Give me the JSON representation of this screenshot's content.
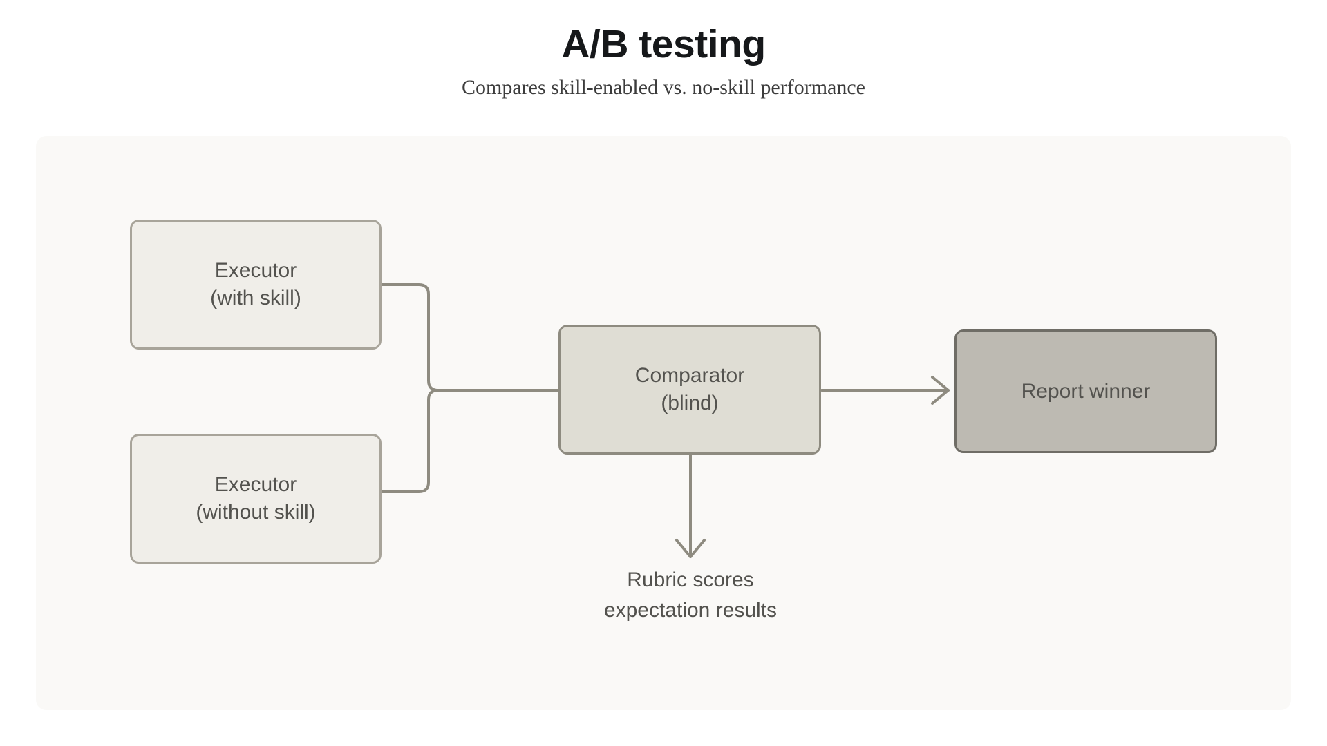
{
  "header": {
    "title": "A/B testing",
    "subtitle": "Compares skill-enabled vs. no-skill performance"
  },
  "diagram": {
    "type": "flowchart",
    "orientation": "left-to-right",
    "panel_background": "#faf9f7",
    "edge_color": "#8e8b80",
    "nodes": [
      {
        "id": "executor-with-skill",
        "label": "Executor\n(with skill)",
        "fill": "#f0eee9",
        "border": "#a8a49a",
        "text_color": "#53524e"
      },
      {
        "id": "executor-without-skill",
        "label": "Executor\n(without skill)",
        "fill": "#f0eee9",
        "border": "#a8a49a",
        "text_color": "#53524e"
      },
      {
        "id": "comparator",
        "label": "Comparator\n(blind)",
        "fill": "#dfddd4",
        "border": "#8e8b80",
        "text_color": "#53524e"
      },
      {
        "id": "report-winner",
        "label": "Report winner",
        "fill": "#bdbab2",
        "border": "#6f6d66",
        "text_color": "#53524e"
      }
    ],
    "notes": [
      {
        "id": "rubric-scores",
        "label": "Rubric scores\nexpectation results",
        "text_color": "#53524e"
      }
    ],
    "edges": [
      {
        "from": "executor-with-skill",
        "to": "comparator",
        "style": "elbow",
        "arrow": "chevron"
      },
      {
        "from": "executor-without-skill",
        "to": "comparator",
        "style": "elbow",
        "arrow": "chevron"
      },
      {
        "from": "comparator",
        "to": "report-winner",
        "style": "straight",
        "arrow": "chevron"
      },
      {
        "from": "comparator",
        "to": "rubric-scores",
        "style": "straight-down",
        "arrow": "chevron"
      }
    ]
  }
}
